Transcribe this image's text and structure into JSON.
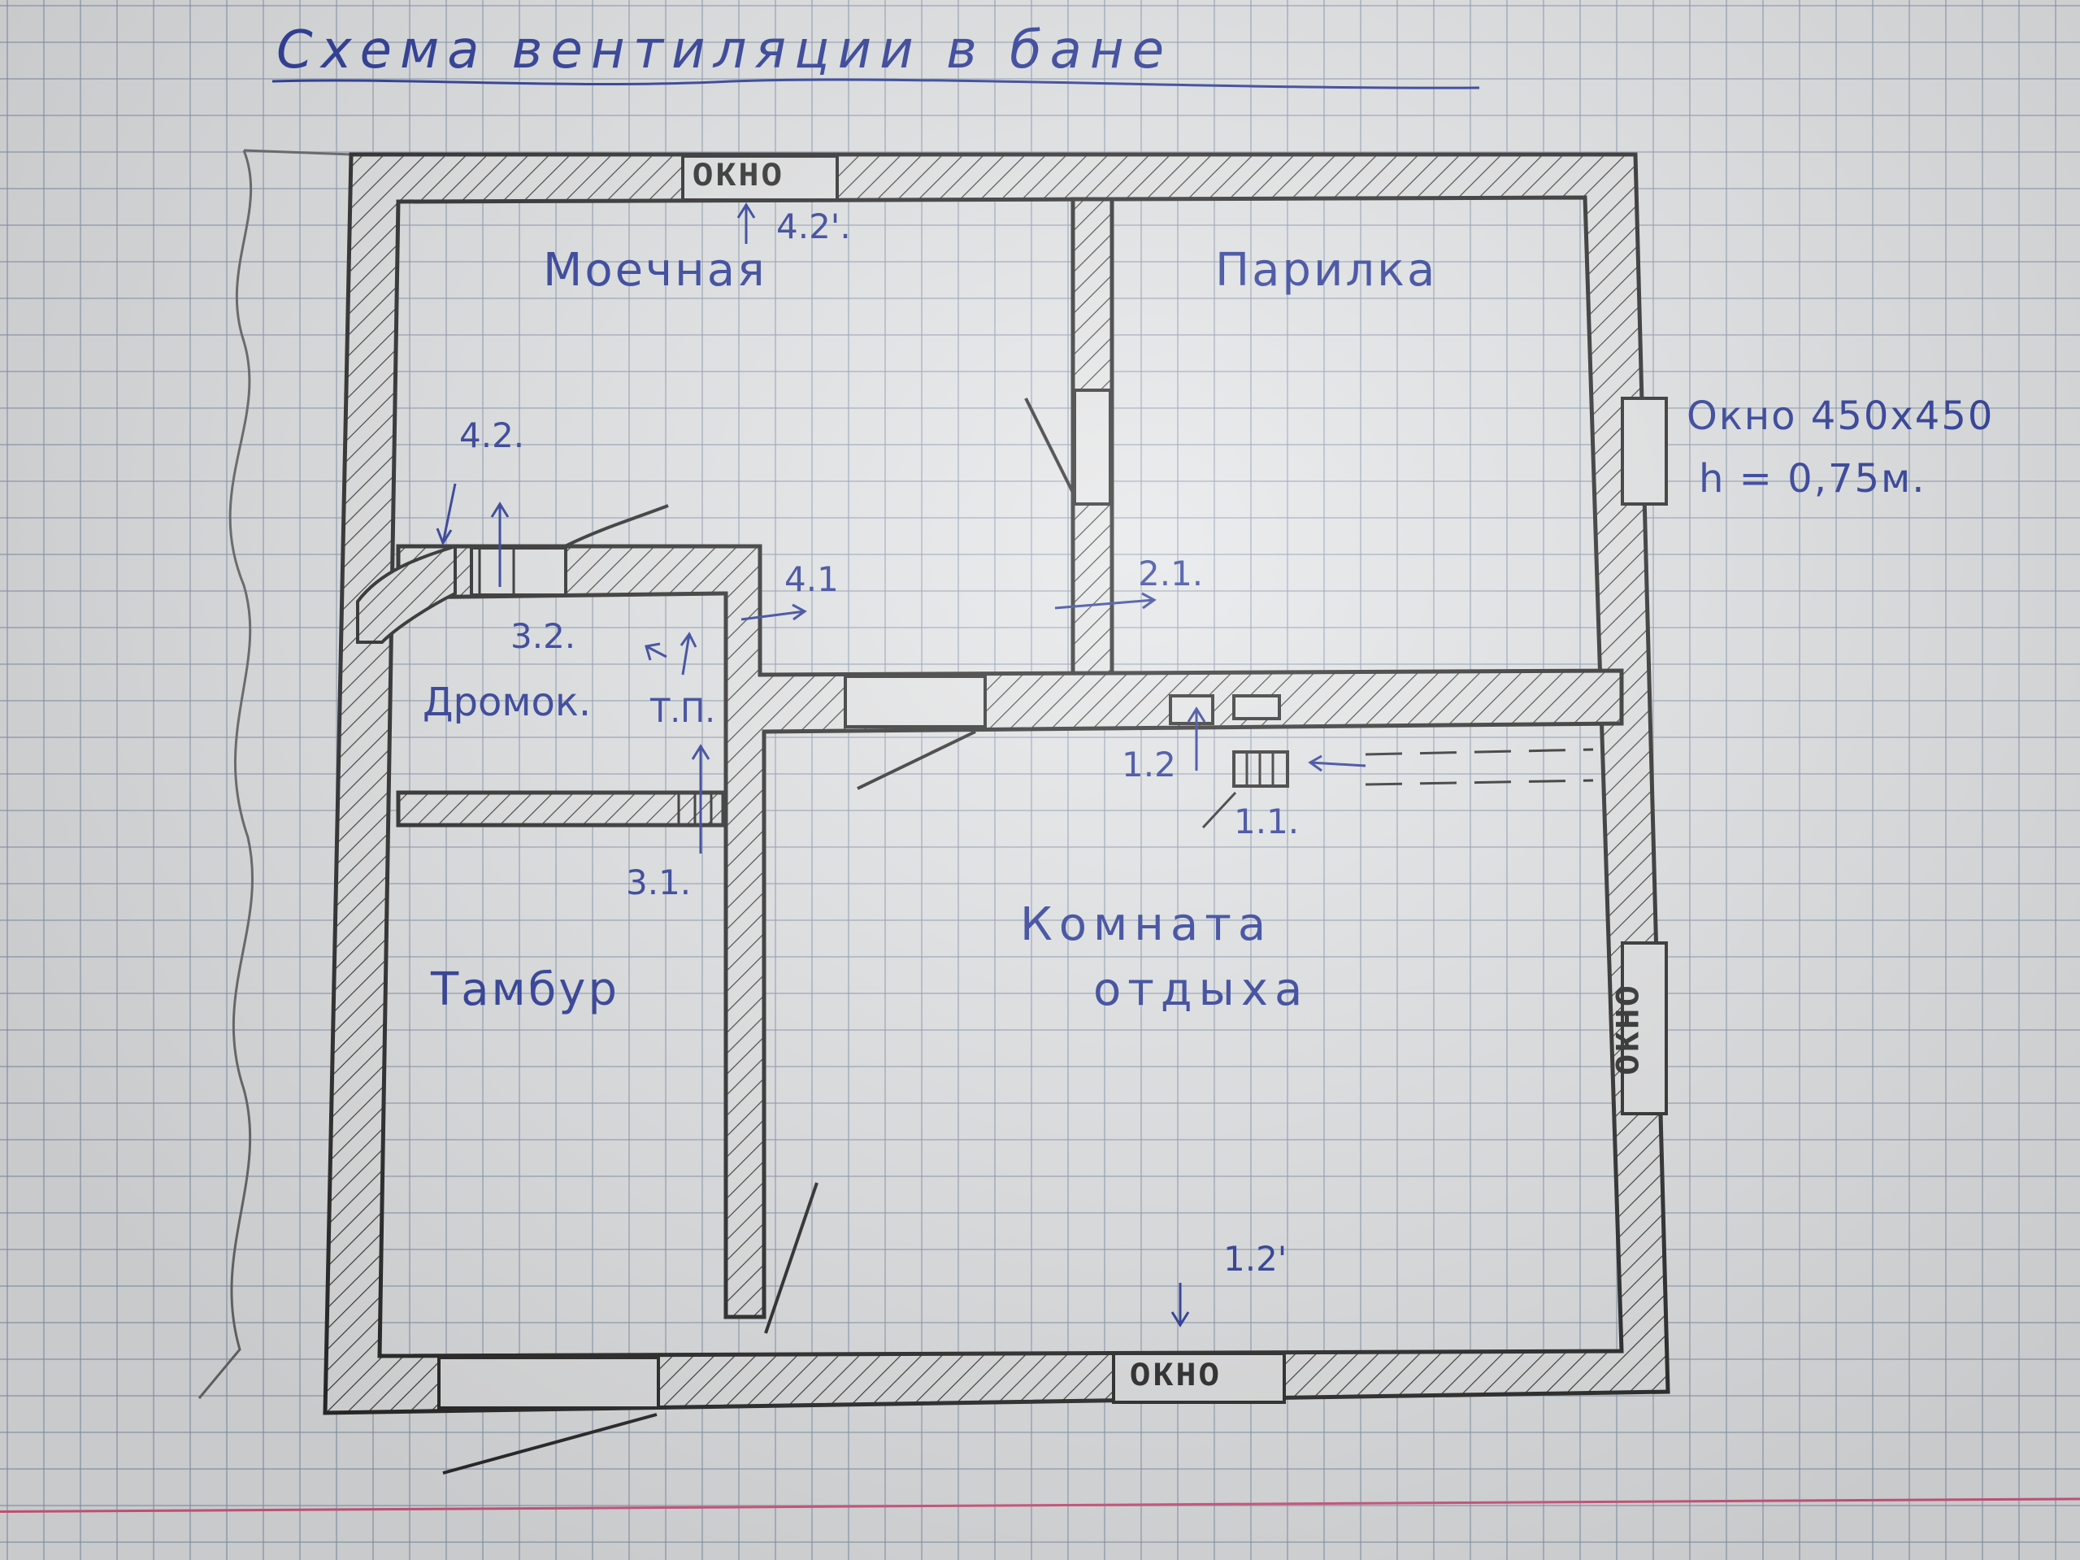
{
  "title": "Схема вентиляции в бане",
  "rooms": {
    "washing": "Моечная",
    "steam": "Парилка",
    "vestibule": "Тамбур",
    "rest_line1": "Комната",
    "rest_line2": "отдыха",
    "closet": "Дромок.",
    "heat_label": "Т.П."
  },
  "windows": {
    "top": "ОКНО",
    "right": "ОКНО",
    "bottom": "ОКНО"
  },
  "window_note": {
    "line1": "Окно 450х450",
    "line2": "h = 0,75м."
  },
  "vents": {
    "v1_1": "1.1.",
    "v1_2": "1.2",
    "v1_2b": "1.2'",
    "v2_1": "2.1.",
    "v3_1": "3.1.",
    "v3_2": "3.2.",
    "v4_1": "4.1",
    "v4_2": "4.2.",
    "v4_2b": "4.2'."
  },
  "colors": {
    "ink": "#2a3a9a",
    "pencil": "#2a2a2a",
    "paper": "#e4e6e8",
    "grid": "#8c9baf",
    "margin": "#d85a82"
  }
}
